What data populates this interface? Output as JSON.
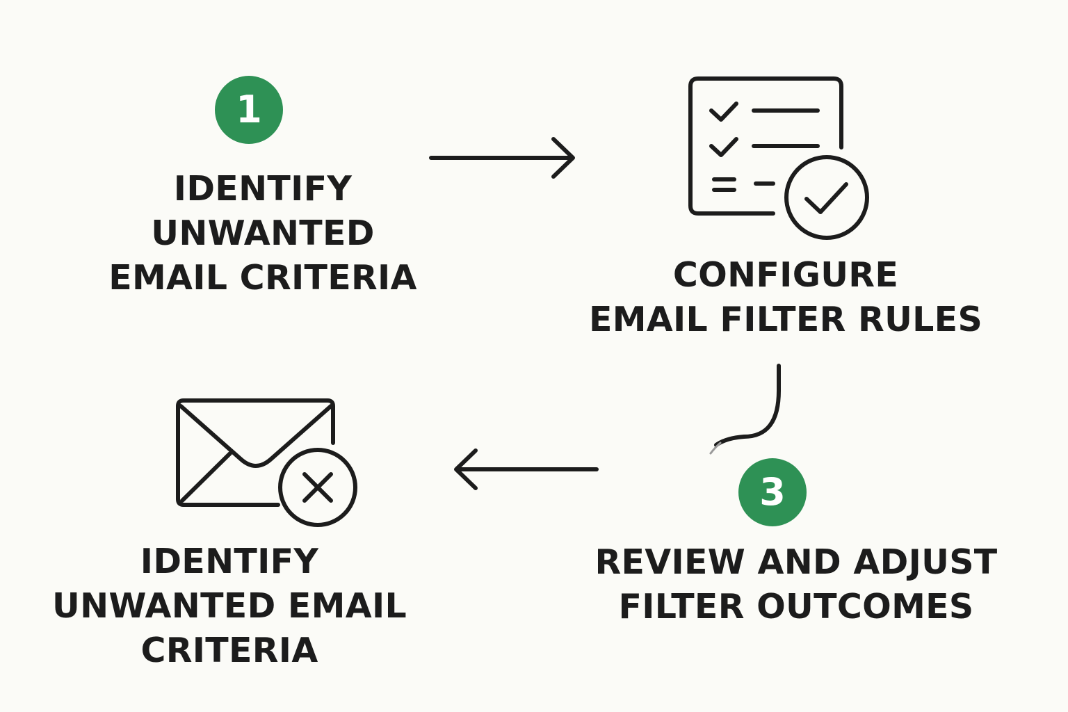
{
  "colors": {
    "background": "#fbfbf7",
    "accent": "#2e9155",
    "ink": "#1c1c1c"
  },
  "steps": [
    {
      "badge": "1",
      "label_lines": [
        "IDENTIFY",
        "UNWANTED",
        "EMAIL CRITERIA"
      ]
    },
    {
      "icon": "checklist-approved-icon",
      "label_lines": [
        "CONFIGURE",
        "EMAIL FILTER RULES"
      ]
    },
    {
      "badge": "3",
      "label_lines": [
        "REVIEW AND ADJUST",
        "FILTER OUTCOMES"
      ]
    },
    {
      "icon": "email-blocked-icon",
      "label_lines": [
        "IDENTIFY",
        "UNWANTED EMAIL",
        "CRITERIA"
      ]
    }
  ],
  "connectors": [
    "arrow-right-icon",
    "curved-connector-icon",
    "arrow-left-icon"
  ]
}
